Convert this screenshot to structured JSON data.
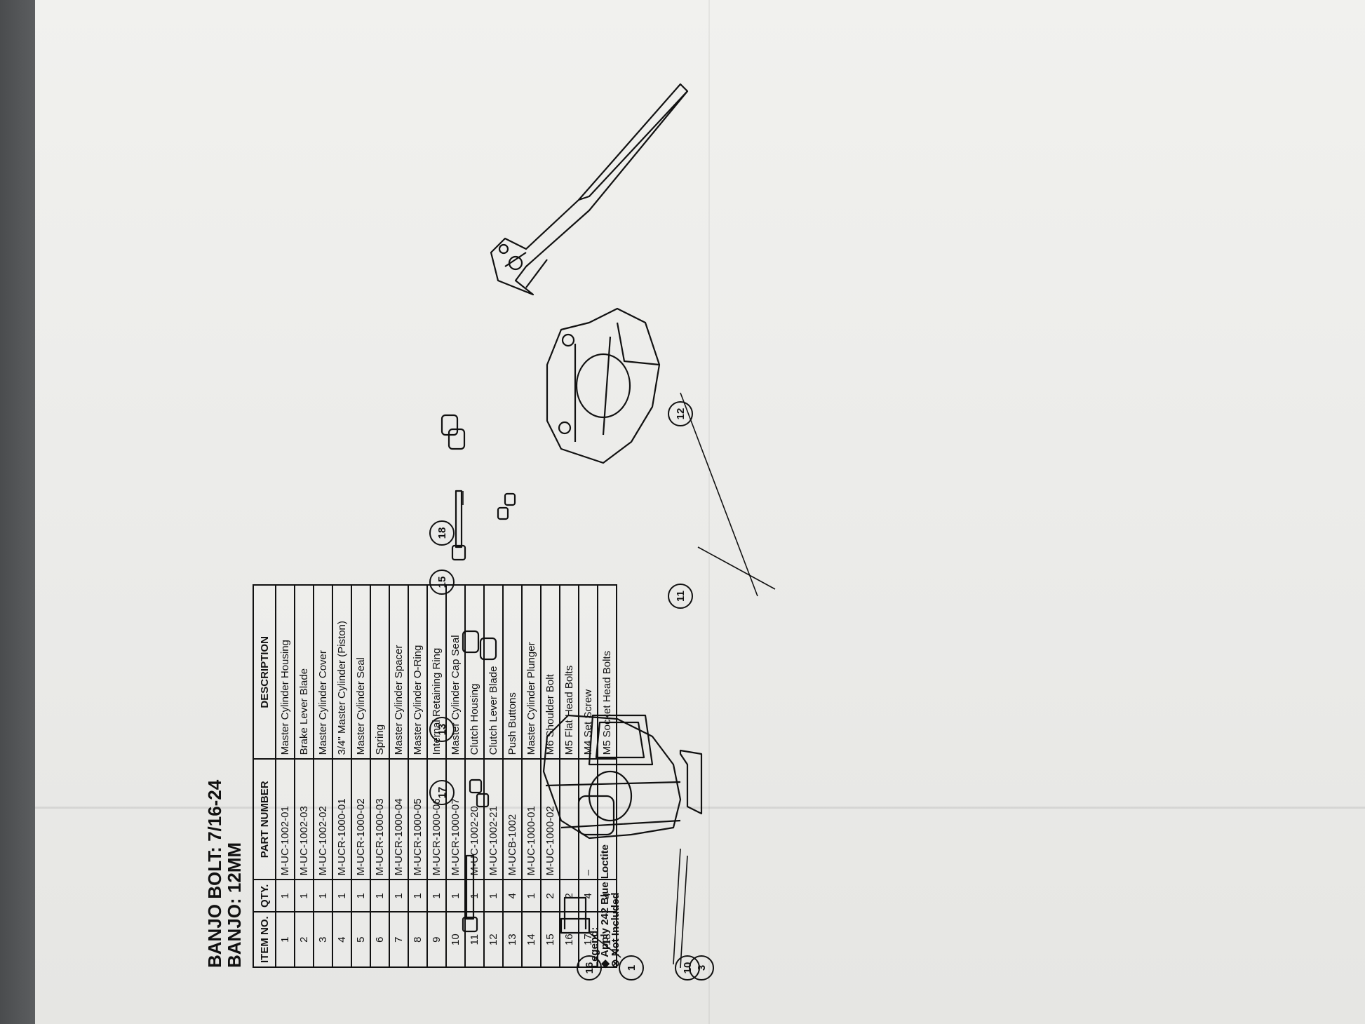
{
  "document": {
    "notes": [
      "BANJO BOLT: 7/16-24",
      "BANJO: 12MM"
    ],
    "table": {
      "headers": [
        "ITEM NO.",
        "QTY.",
        "PART NUMBER",
        "DESCRIPTION"
      ],
      "rows": [
        {
          "item": "1",
          "qty": "1",
          "part": "M-UC-1002-01",
          "desc": "Master Cylinder Housing"
        },
        {
          "item": "2",
          "qty": "1",
          "part": "M-UC-1002-03",
          "desc": "Brake Lever Blade"
        },
        {
          "item": "3",
          "qty": "1",
          "part": "M-UC-1002-02",
          "desc": "Master Cylinder Cover"
        },
        {
          "item": "4",
          "qty": "1",
          "part": "M-UCR-1000-01",
          "desc": "3/4\" Master Cylinder (Piston)"
        },
        {
          "item": "5",
          "qty": "1",
          "part": "M-UCR-1000-02",
          "desc": "Master Cylinder Seal"
        },
        {
          "item": "6",
          "qty": "1",
          "part": "M-UCR-1000-03",
          "desc": "Spring"
        },
        {
          "item": "7",
          "qty": "1",
          "part": "M-UCR-1000-04",
          "desc": "Master Cylinder Spacer"
        },
        {
          "item": "8",
          "qty": "1",
          "part": "M-UCR-1000-05",
          "desc": "Master Cylinder O-Ring"
        },
        {
          "item": "9",
          "qty": "1",
          "part": "M-UCR-1000-06",
          "desc": "Internal Retaining Ring"
        },
        {
          "item": "10",
          "qty": "1",
          "part": "M-UCR-1000-07",
          "desc": "Master Cylinder Cap Seal"
        },
        {
          "item": "11",
          "qty": "1",
          "part": "M-UC-1002-20",
          "desc": "Clutch Housing"
        },
        {
          "item": "12",
          "qty": "1",
          "part": "M-UC-1002-21",
          "desc": "Clutch Lever Blade"
        },
        {
          "item": "13",
          "qty": "4",
          "part": "M-UCB-1002",
          "desc": "Push Buttons"
        },
        {
          "item": "14",
          "qty": "1",
          "part": "M-UC-1000-01",
          "desc": "Master Cylinder Plunger"
        },
        {
          "item": "15",
          "qty": "2",
          "part": "M-UC-1000-02",
          "desc": "M6 Shoulder Bolt"
        },
        {
          "item": "16",
          "qty": "2",
          "part": "",
          "desc": "M5 Flat Head Bolts"
        },
        {
          "item": "17",
          "qty": "4",
          "part": "–",
          "desc": "M4 Set Screw"
        },
        {
          "item": "18",
          "qty": "4",
          "part": "–",
          "desc": "M5 Socket Head Bolts"
        }
      ]
    },
    "legend": {
      "title": "Legend:",
      "items": [
        "Apply 242 Blue Loctite",
        "Not Included"
      ]
    },
    "callouts": [
      "1",
      "3",
      "10",
      "11",
      "12",
      "13",
      "15",
      "16",
      "17",
      "18"
    ],
    "colors": {
      "ink": "#111111",
      "paper": "#ecece9",
      "background": "#55575a"
    }
  }
}
